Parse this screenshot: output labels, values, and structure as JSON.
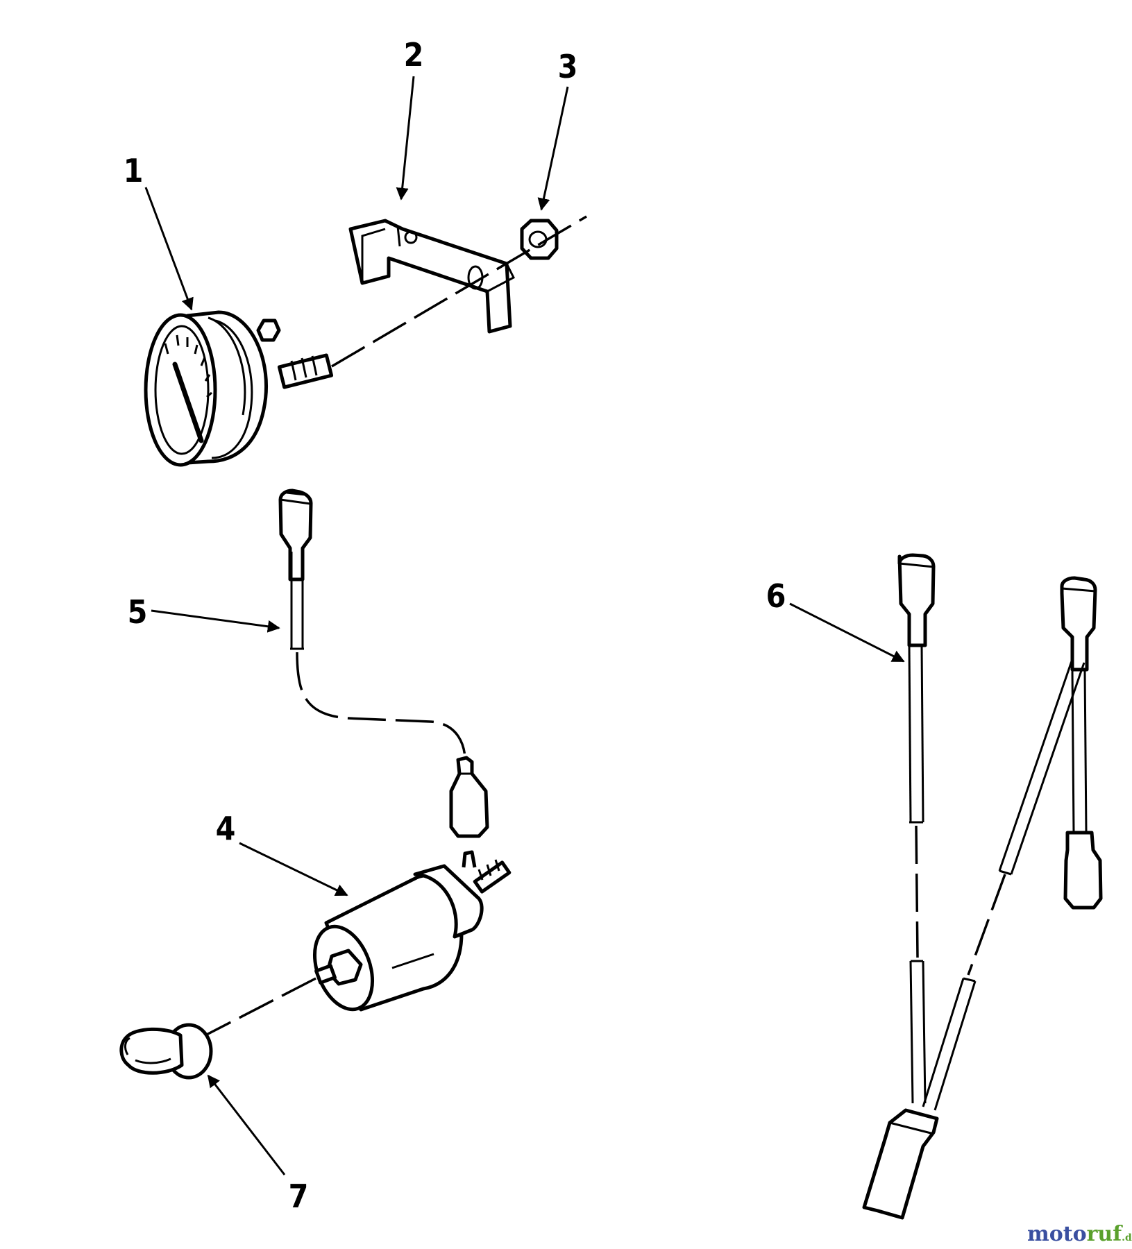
{
  "callouts": [
    "1",
    "2",
    "3",
    "4",
    "5",
    "6",
    "7"
  ],
  "watermark": {
    "main_blue": "moto",
    "main_green": "ruf",
    "suffix": ".de"
  },
  "colors": {
    "line": "#000000",
    "background": "#ffffff",
    "wm_blue": "#3a4fa0",
    "wm_green": "#5aa02c"
  }
}
